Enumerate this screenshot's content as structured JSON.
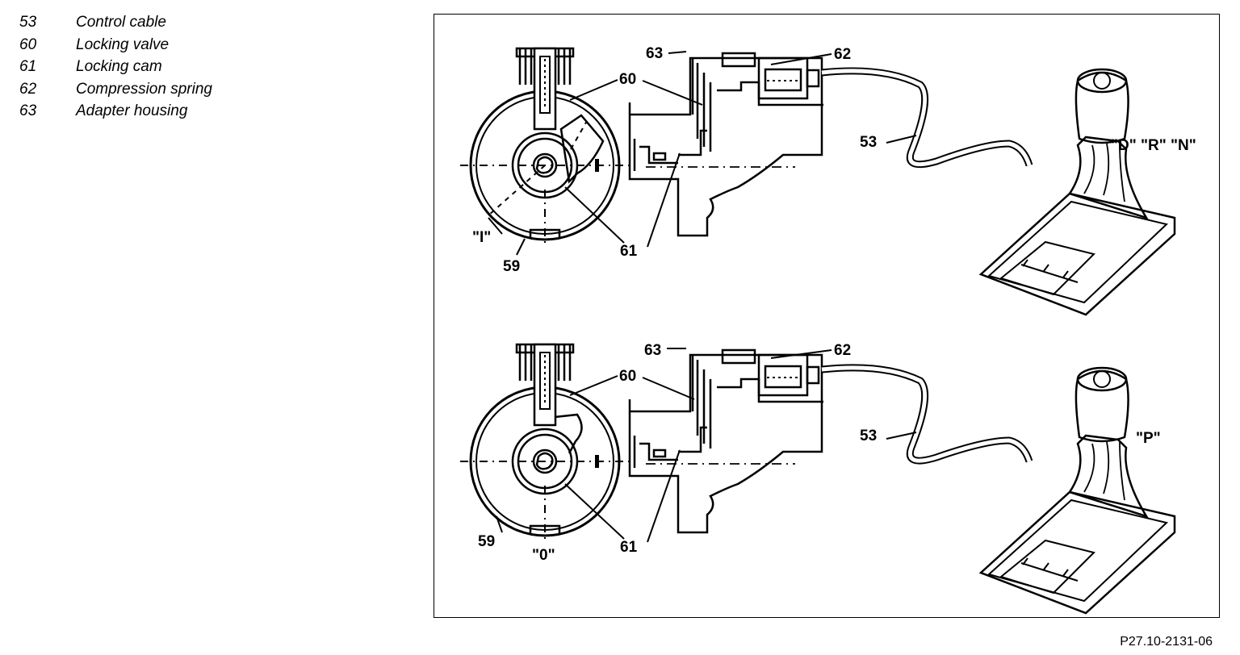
{
  "legend": [
    {
      "num": "53",
      "text": "Control cable"
    },
    {
      "num": "60",
      "text": "Locking valve"
    },
    {
      "num": "61",
      "text": "Locking cam"
    },
    {
      "num": "62",
      "text": "Compression spring"
    },
    {
      "num": "63",
      "text": "Adapter housing"
    }
  ],
  "top": {
    "callouts": {
      "c63": "63",
      "c62": "62",
      "c60": "60",
      "c53": "53",
      "c61": "61",
      "c59": "59"
    },
    "pos_key": "\"I\"",
    "shift_positions": "\"D\" \"R\" \"N\""
  },
  "bottom": {
    "callouts": {
      "c63": "63",
      "c62": "62",
      "c60": "60",
      "c53": "53",
      "c61": "61",
      "c59": "59"
    },
    "pos_key": "\"0\"",
    "shift_positions": "\"P\""
  },
  "figure_ref": "P27.10-2131-06"
}
